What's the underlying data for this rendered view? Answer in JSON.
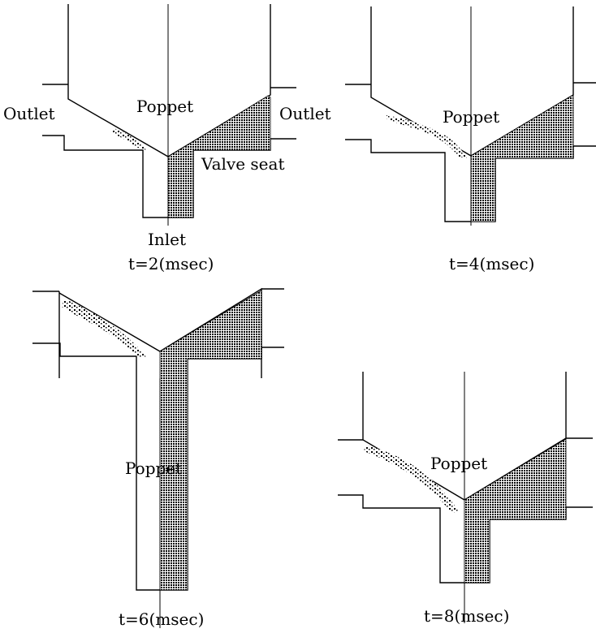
{
  "panels": [
    {
      "time_label": "t=2(msec)",
      "poppet_label": "Poppet",
      "outlet_left_label": "Outlet",
      "outlet_right_label": "Outlet",
      "valve_seat_label": "Valve seat",
      "inlet_label": "Inlet"
    },
    {
      "time_label": "t=4(msec)",
      "poppet_label": "Poppet"
    },
    {
      "time_label": "t=6(msec)",
      "poppet_label": "Poppet"
    },
    {
      "time_label": "t=8(msec)",
      "poppet_label": "Poppet"
    }
  ],
  "colors": {
    "ink": "#000000",
    "fluid_fill": "dense dot pattern"
  }
}
